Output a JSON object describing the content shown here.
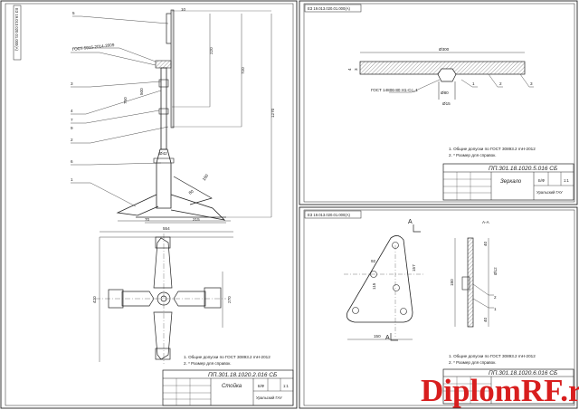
{
  "sheet1": {
    "stamp_code": "ЕЗ 19.013.020.01.000(А)",
    "doc_code": "ПП.301.18.1020.2.016 СБ",
    "name": "Стойка",
    "lit": "Б/Ф",
    "sheet_no": "1:1",
    "org": "Уральский ГАУ",
    "notes": [
      "1. Общие допуски по ГОСТ 30893.2 mН-2012",
      "2. * Размер для справок."
    ],
    "positions": [
      "5",
      "3",
      "4",
      "7",
      "9",
      "2",
      "6",
      "1"
    ],
    "gost": "ГОСТ 5915-2014-2009",
    "dims": [
      "10",
      "220",
      "720",
      "1270",
      "500",
      "750",
      "70",
      "215",
      "554",
      "420",
      "270",
      "Ø42",
      "80",
      "160"
    ]
  },
  "sheet2": {
    "stamp_code": "ЕЗ 19.013.020.01.000(А)",
    "doc_code": "ПП.301.18.1020.5.016 СБ",
    "name": "Зеркало",
    "lit": "Б/Ф",
    "sheet_no": "1:1",
    "org": "Уральский ГАУ",
    "notes": [
      "1. Общие допуски по ГОСТ 30893.2 mН-2012",
      "2. * Размер для справок."
    ],
    "positions": [
      "1",
      "2",
      "3"
    ],
    "gost": "ГОСТ 14806-80 Н1-Cc_1",
    "dims": [
      "Ø300",
      "Ø80",
      "Ø15",
      "4",
      "3"
    ]
  },
  "sheet3": {
    "stamp_code": "ЕЗ 19.013.020.01.000(А)",
    "doc_code": "ПП.301.18.1020.6.016 СБ",
    "name": "",
    "section": "А-А",
    "section_mark": "А",
    "notes": [
      "1. Общие допуски по ГОСТ 30893.2 mН-2012",
      "2. * Размер для справок."
    ],
    "positions": [
      "2",
      "1"
    ],
    "dims": [
      "92",
      "157",
      "115",
      "150",
      "40",
      "40",
      "180",
      "Ø12"
    ]
  },
  "watermark": {
    "text": "DiplomRF.ru"
  }
}
